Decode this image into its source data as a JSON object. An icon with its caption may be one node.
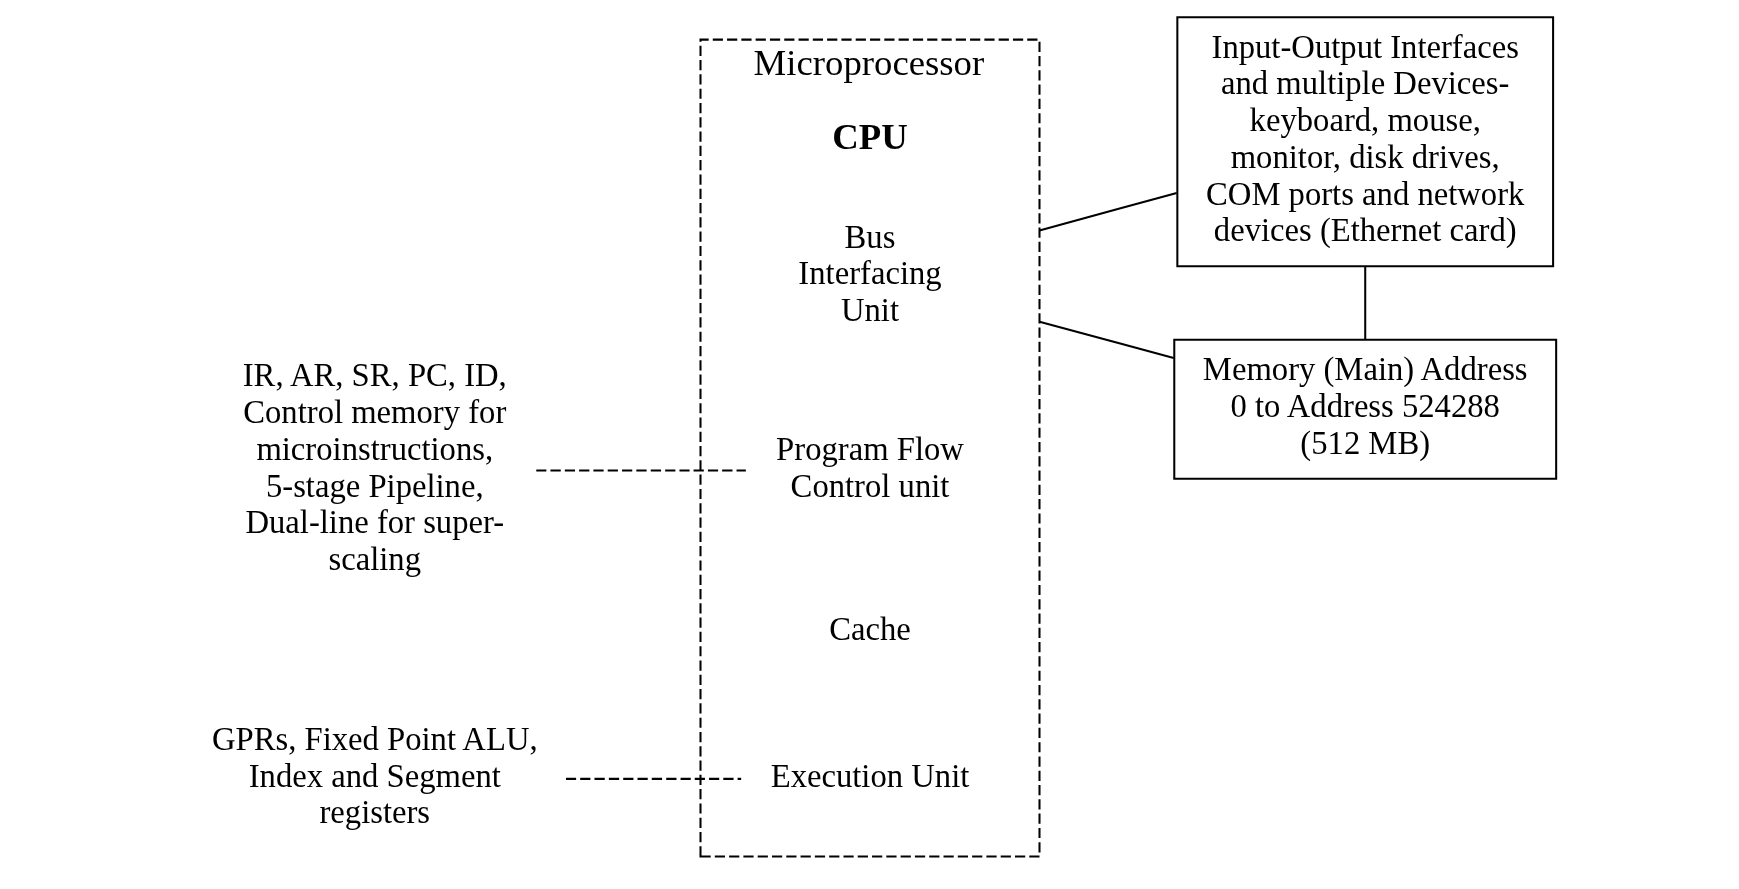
{
  "diagram": {
    "nodes": [
      {
        "text": [
          "Microprocessor",
          "CPU"
        ]
      },
      {
        "text": [
          "Program Flow Control unit"
        ],
        "in": 0
      },
      {
        "text": [
          "Execution Unit"
        ],
        "in": 0
      },
      {
        "text": [
          "Cache"
        ],
        "in": 0
      },
      {
        "text": [
          "Bus Interfacing Unit"
        ],
        "in": 0
      },
      {
        "text": [
          "IR, AR, SR, PC, ID, Control memory for microinstructions, 5-stage Pipeline, Dual-line for super-scaling"
        ]
      },
      {
        "text": [
          "GPRs, Fixed Point ALU, Index and Segment registers"
        ]
      },
      {
        "text": [
          "Input-Output Interfaces and multiple Devices- keyboard, mouse, monitor, disk drives, COM ports and network devices (Ethernet card)"
        ]
      },
      {
        "text": [
          "Memory (Main) Address 0 to Address 524288 (512 MB)"
        ]
      }
    ],
    "edges": [
      {
        "from": 5,
        "to": 1,
        "arrow": "none",
        "style": "dashed"
      },
      {
        "from": 6,
        "to": 2,
        "arrow": "none",
        "style": "dashed"
      },
      {
        "from": 0,
        "to": 7,
        "arrow": "none"
      },
      {
        "from": 0,
        "to": 8,
        "arrow": "none"
      },
      {
        "from": 7,
        "to": 8,
        "arrow": "none"
      }
    ]
  }
}
